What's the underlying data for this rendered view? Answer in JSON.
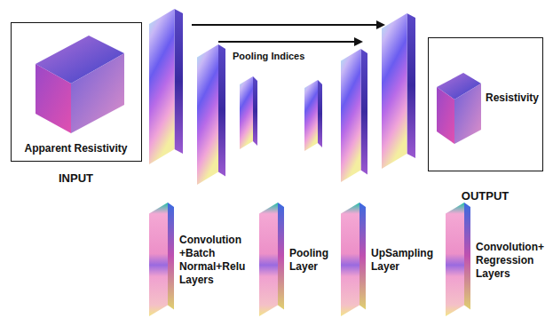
{
  "diagram": {
    "nodes": [
      {
        "text": [
          "Apparent Resistivity",
          "INPUT"
        ]
      },
      {
        "text": [
          "Resistivity",
          "OUTPUT"
        ]
      }
    ],
    "labels": [
      "Pooling Indices"
    ],
    "legend": [
      {
        "text": "Convolution +Batch Normal+Relu Layers"
      },
      {
        "text": "Pooling Layer"
      },
      {
        "text": "UpSampling Layer"
      },
      {
        "text": "Convolution+ Regression Layers"
      }
    ]
  }
}
